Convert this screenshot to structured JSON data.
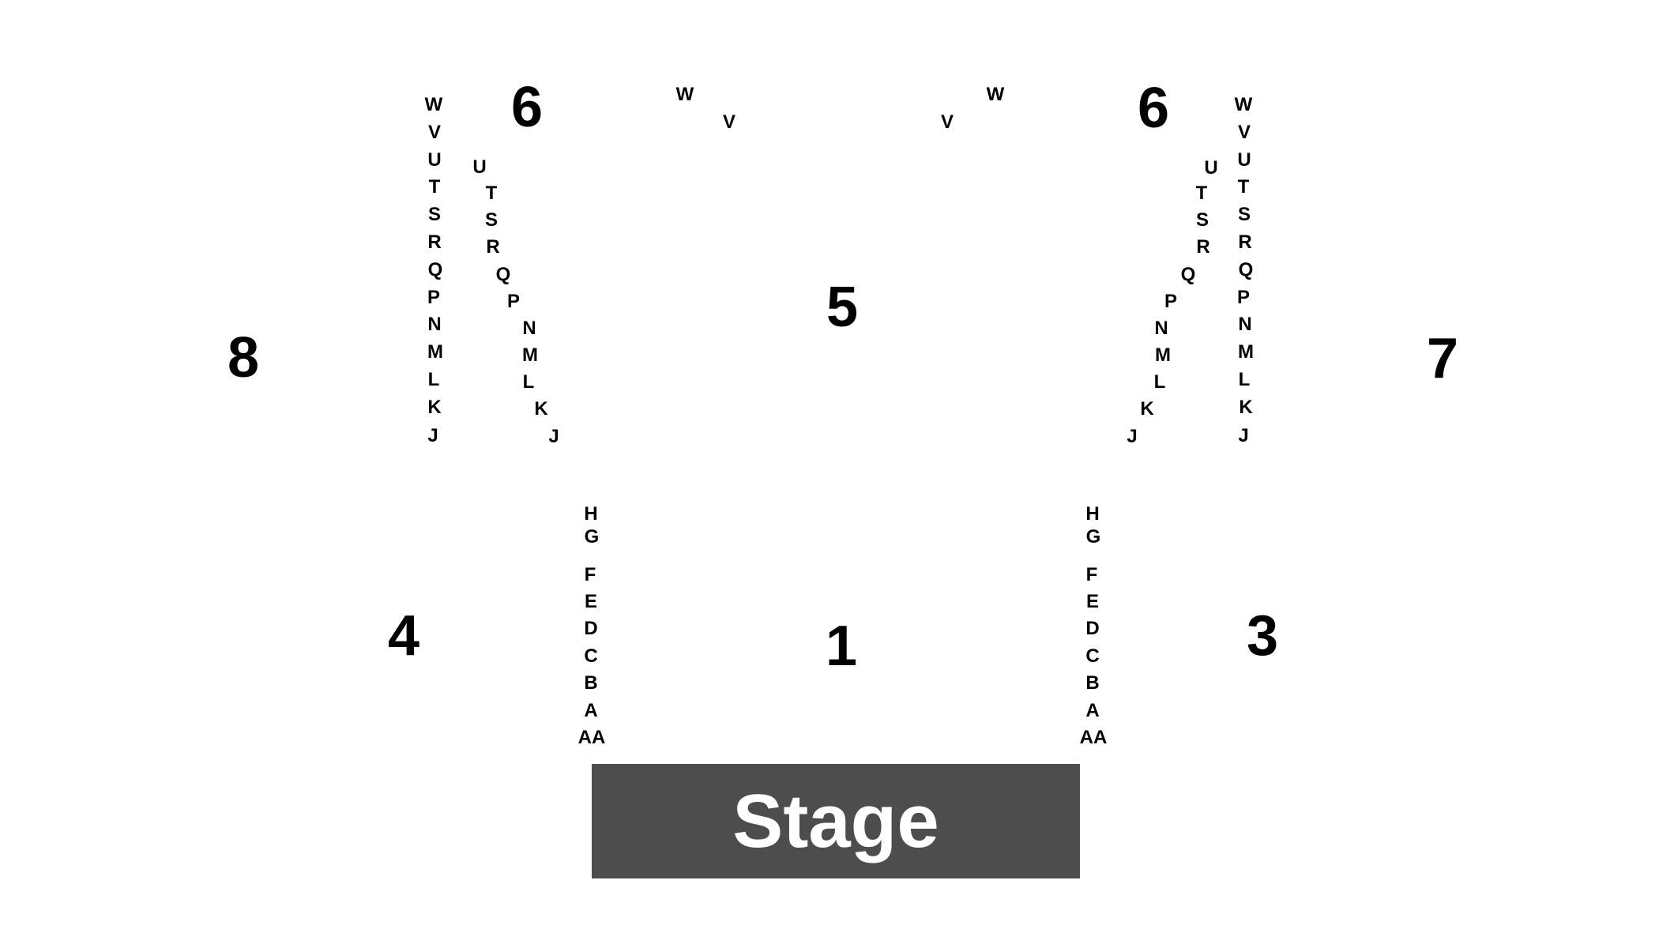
{
  "stage": {
    "label": "Stage"
  },
  "colors": {
    "stage": "#4d4d4d",
    "text": "#000000",
    "background": "#ffffff",
    "stage_text": "#ffffff"
  },
  "sections": [
    {
      "id": "1",
      "label": "1"
    },
    {
      "id": "3",
      "label": "3"
    },
    {
      "id": "4",
      "label": "4"
    },
    {
      "id": "5",
      "label": "5"
    },
    {
      "id": "6-left",
      "label": "6"
    },
    {
      "id": "6-right",
      "label": "6"
    },
    {
      "id": "7",
      "label": "7"
    },
    {
      "id": "8",
      "label": "8"
    }
  ],
  "row_groups": {
    "left_outer": [
      "W",
      "V",
      "U",
      "T",
      "S",
      "R",
      "Q",
      "P",
      "N",
      "M",
      "L",
      "K",
      "J"
    ],
    "left_inner": [
      "U",
      "T",
      "S",
      "R",
      "Q",
      "P",
      "N",
      "M",
      "L",
      "K",
      "J"
    ],
    "right_outer": [
      "W",
      "V",
      "U",
      "T",
      "S",
      "R",
      "Q",
      "P",
      "N",
      "M",
      "L",
      "K",
      "J"
    ],
    "right_inner": [
      "U",
      "T",
      "S",
      "R",
      "Q",
      "P",
      "N",
      "M",
      "L",
      "K",
      "J"
    ],
    "left_front": [
      "H",
      "G",
      "F",
      "E",
      "D",
      "C",
      "B",
      "A",
      "AA"
    ],
    "right_front": [
      "H",
      "G",
      "F",
      "E",
      "D",
      "C",
      "B",
      "A",
      "AA"
    ],
    "top_left": [
      "W",
      "V"
    ],
    "top_right": [
      "W",
      "V"
    ]
  }
}
